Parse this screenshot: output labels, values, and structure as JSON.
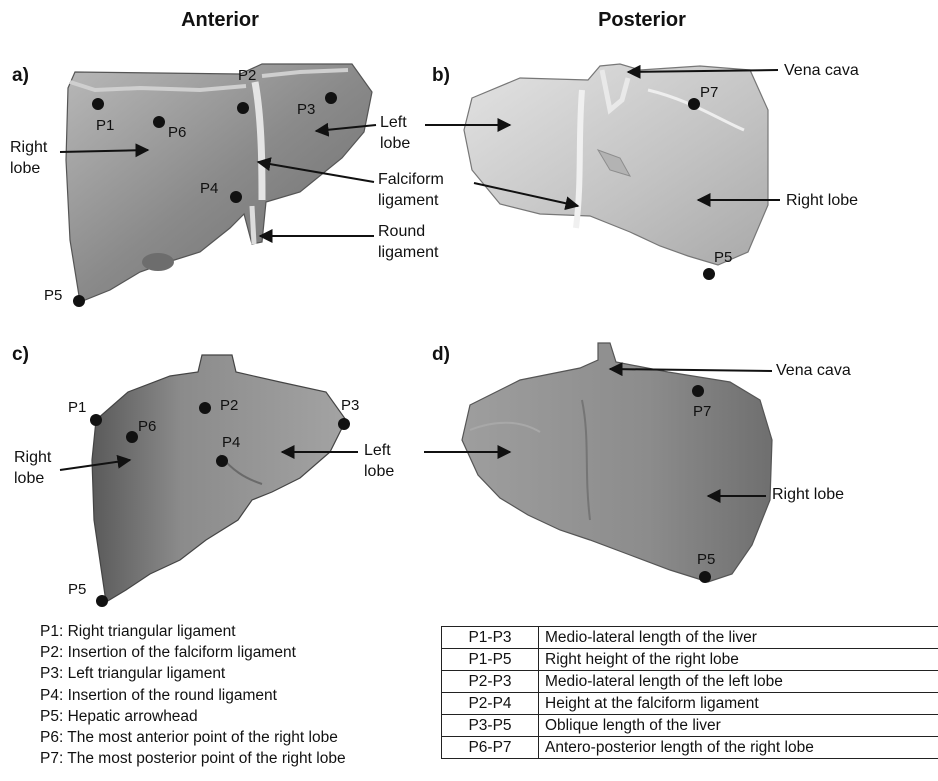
{
  "headers": {
    "anterior": "Anterior",
    "posterior": "Posterior"
  },
  "panels": {
    "a": "a)",
    "b": "b)",
    "c": "c)",
    "d": "d)"
  },
  "labels": {
    "right_lobe_a": [
      "Right",
      "lobe"
    ],
    "left_lobe_a": [
      "Left",
      "lobe"
    ],
    "falciform_ligament": [
      "Falciform",
      "ligament"
    ],
    "round_ligament": [
      "Round",
      "ligament"
    ],
    "vena_cava_b": "Vena cava",
    "right_lobe_b": "Right lobe",
    "right_lobe_c": [
      "Right",
      "lobe"
    ],
    "left_lobe_cd": [
      "Left",
      "lobe"
    ],
    "vena_cava_d": "Vena cava",
    "right_lobe_d": "Right lobe"
  },
  "points": {
    "a": [
      "P1",
      "P2",
      "P3",
      "P4",
      "P5",
      "P6"
    ],
    "b": [
      "P7",
      "P5"
    ],
    "c": [
      "P1",
      "P2",
      "P3",
      "P4",
      "P5",
      "P6"
    ],
    "d": [
      "P7",
      "P5"
    ]
  },
  "legend": [
    "P1: Right triangular ligament",
    "P2: Insertion of the falciform ligament",
    "P3: Left triangular ligament",
    "P4: Insertion of the round ligament",
    "P5: Hepatic arrowhead",
    "P6: The most anterior point of the right lobe",
    "P7: The most posterior point of the right lobe"
  ],
  "measurements": [
    {
      "code": "P1-P3",
      "description": "Medio-lateral length of the liver"
    },
    {
      "code": "P1-P5",
      "description": "Right height of the right lobe"
    },
    {
      "code": "P2-P3",
      "description": "Medio-lateral length of the left lobe"
    },
    {
      "code": "P2-P4",
      "description": "Height at the falciform ligament"
    },
    {
      "code": "P3-P5",
      "description": "Oblique length of the liver"
    },
    {
      "code": "P6-P7",
      "description": "Antero-posterior length of the right lobe"
    }
  ]
}
